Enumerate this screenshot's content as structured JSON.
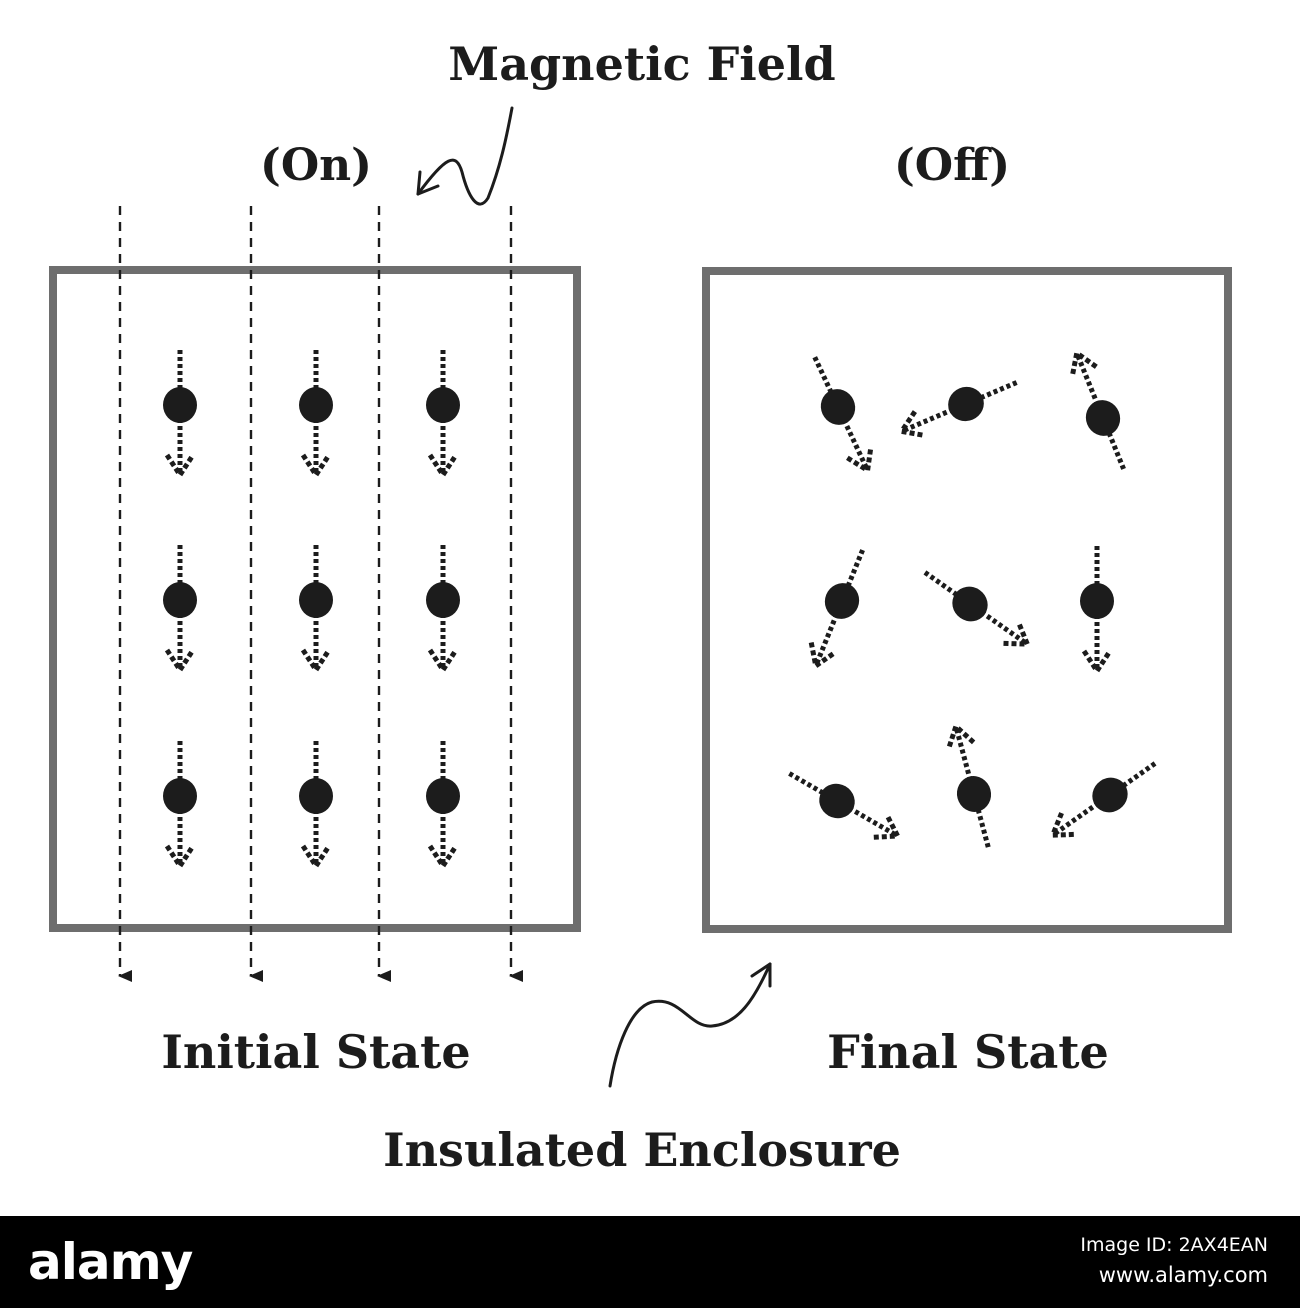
{
  "labels": {
    "magnetic_field": "Magnetic Field",
    "on": "(On)",
    "off": "(Off)",
    "initial_state": "Initial State",
    "final_state": "Final State",
    "insulated_enclosure": "Insulated Enclosure"
  },
  "panels": {
    "initial": {
      "spins": [
        "down",
        "down",
        "down",
        "down",
        "down",
        "down",
        "down",
        "down",
        "down"
      ]
    },
    "final": {
      "spin_angles_deg_cw_from_down": [
        -25,
        67,
        158,
        22,
        -55,
        0,
        -60,
        165,
        55
      ]
    }
  },
  "watermark": {
    "brand": "alamy",
    "image_id": "Image ID: 2AX4EAN",
    "site": "www.alamy.com"
  },
  "colors": {
    "enclosure": "#6e6e6e",
    "ink": "#1c1c1c",
    "watermark_bar": "#000000"
  }
}
